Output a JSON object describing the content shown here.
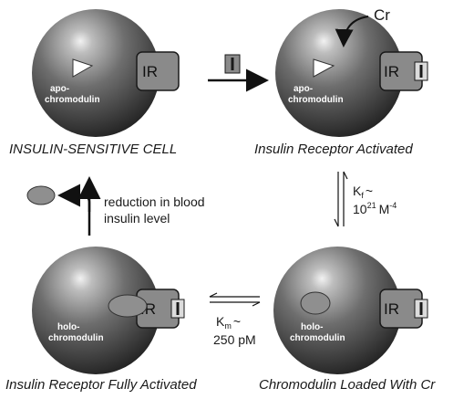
{
  "cells": {
    "top_left": {
      "title": "INSULIN-SENSITIVE CELL",
      "molecule_line1": "apo-",
      "molecule_line2": "chromodulin",
      "receptor": "IR"
    },
    "top_right": {
      "title": "Insulin Receptor Activated",
      "molecule_line1": "apo-",
      "molecule_line2": "chromodulin",
      "receptor": "IR",
      "ion": "Cr"
    },
    "bottom_right": {
      "title": "Chromodulin Loaded With Cr",
      "molecule_line1": "holo-",
      "molecule_line2": "chromodulin",
      "receptor": "IR"
    },
    "bottom_left": {
      "title": "Insulin Receptor Fully Activated",
      "molecule_line1": "holo-",
      "molecule_line2": "chromodulin",
      "receptor": "IR"
    }
  },
  "constants": {
    "kf_label": "K",
    "kf_sub": "f",
    "kf_tilde": "~",
    "kf_value": "10",
    "kf_exp": "21",
    "kf_unit": "M",
    "kf_unit_exp": "-4",
    "km_label": "K",
    "km_sub": "m",
    "km_tilde": "~",
    "km_value": "250 pM"
  },
  "release": {
    "line1": "reduction in blood",
    "line2": "insulin level"
  },
  "colors": {
    "cell_dark": "#1f1f1f",
    "cell_mid": "#777777",
    "cell_highlight": "#f2f2f2",
    "receptor_fill": "#8a8a8a",
    "chromodulin_fill": "#8f8f8f"
  }
}
